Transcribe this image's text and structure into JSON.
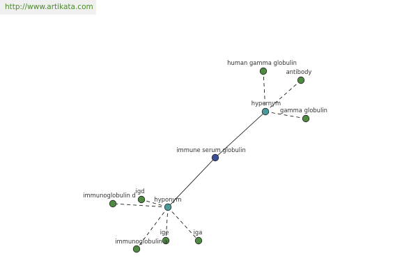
{
  "header": {
    "url": "http://www.artikata.com"
  },
  "colors": {
    "leaf": "#4f8a43",
    "relation": "#4a9a9a",
    "root": "#3c4f96",
    "edge": "#000000",
    "link": "#4a8a2a"
  },
  "graph": {
    "root": {
      "label": "immune serum globulin"
    },
    "relations": [
      {
        "key": "hypernym",
        "label": "hypernym",
        "leaves": [
          {
            "key": "human-gamma-globulin",
            "label": "human gamma globulin"
          },
          {
            "key": "antibody",
            "label": "antibody"
          },
          {
            "key": "gamma-globulin",
            "label": "gamma globulin"
          }
        ]
      },
      {
        "key": "hyponym",
        "label": "hyponym",
        "leaves": [
          {
            "key": "igd",
            "label": "igd"
          },
          {
            "key": "immunoglobulin-d",
            "label": "immunoglobulin d"
          },
          {
            "key": "ige",
            "label": "ige"
          },
          {
            "key": "iga",
            "label": "iga"
          },
          {
            "key": "immunoglobulin-a",
            "label": "immunoglobulin a"
          }
        ]
      }
    ]
  }
}
